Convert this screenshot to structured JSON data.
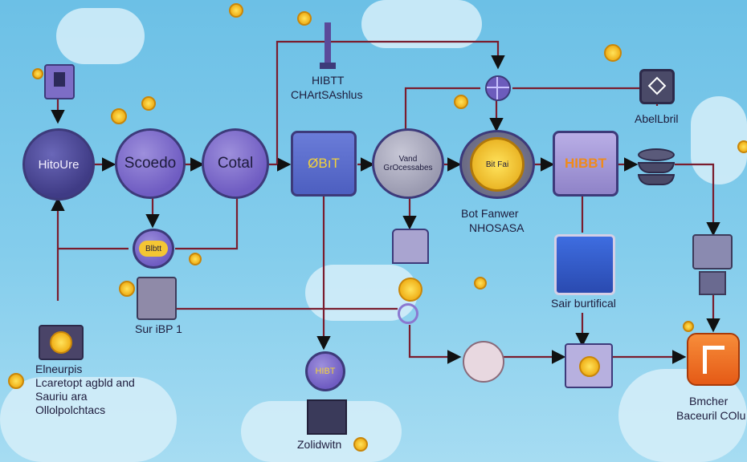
{
  "nodes": {
    "hitoure": "HitoUre",
    "scoedo": "Scoedo",
    "cotal": "Cotal",
    "obit": "ØBıT",
    "vand": "Vand\nGrOcessabes",
    "gold_coin": "Bit Fai",
    "hibt_box": "HIBBT",
    "small_coin": "Blbtt",
    "bottom_coin": "HIBT"
  },
  "labels": {
    "top_hibt": "HIBTT",
    "top_chart": "CHArtSAshlus",
    "abelbril": "AbelLbril",
    "bot_fanwer": "Bot Fanwer",
    "nhosasa": "NHOSASA",
    "sair": "Sair burtifical",
    "sur_ibp": "Sur iBP 1",
    "zolidwith": "Zolidwitn",
    "left_lines": [
      "Elneurpis",
      "Lcaretopt agbld and",
      "Sauriu ara",
      "Ollolpolchtacs"
    ],
    "right_lines": [
      "Bmcher",
      "Baceuril COlu"
    ]
  },
  "icons": {
    "top_left_device": "device-icon",
    "top_tower": "tower-icon",
    "globe": "globe-icon",
    "tablet": "tablet-icon",
    "database": "database-icon",
    "kiosk": "kiosk-icon",
    "app_badge": "app-badge-icon"
  },
  "colors": {
    "wire": "#7a1d2e",
    "accent_orange": "#f0742a",
    "node_purple": "#8a78d0"
  }
}
